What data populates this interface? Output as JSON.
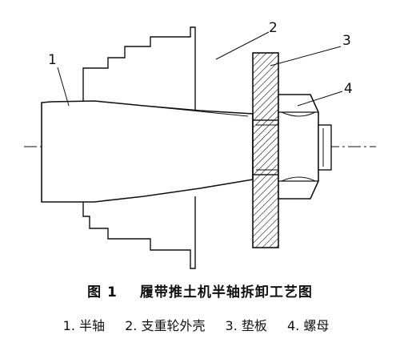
{
  "figure": {
    "callouts": {
      "c1": "1",
      "c2": "2",
      "c3": "3",
      "c4": "4"
    }
  },
  "caption": {
    "number": "图 1",
    "title": "履带推土机半轴拆卸工艺图"
  },
  "legend": {
    "items": [
      "1. 半轴",
      "2. 支重轮外壳",
      "3. 垫板",
      "4. 螺母"
    ]
  },
  "colors": {
    "ink": "#111111",
    "background": "#ffffff"
  }
}
